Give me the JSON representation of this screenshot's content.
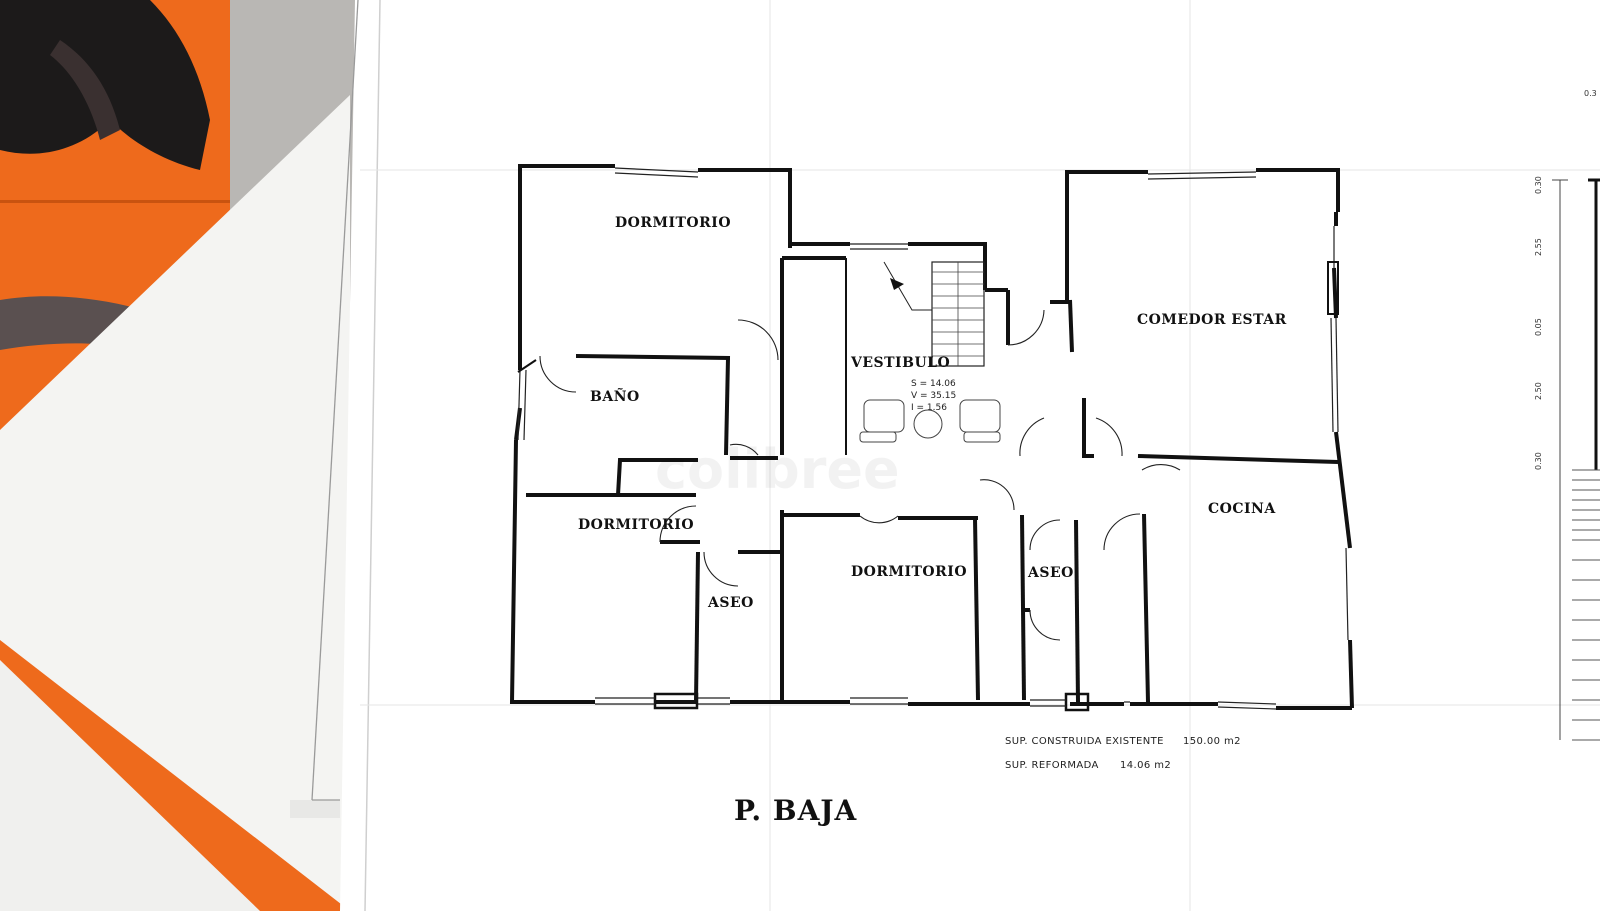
{
  "plan": {
    "title": "P. BAJA",
    "rooms": {
      "dormitorio_top": "DORMITORIO",
      "bano": "BAÑO",
      "vestibulo": "VESTIBULO",
      "comedor_estar": "COMEDOR ESTAR",
      "dormitorio_left": "DORMITORIO",
      "aseo_left": "ASEO",
      "dormitorio_mid": "DORMITORIO",
      "aseo_right": "ASEO",
      "cocina": "COCINA"
    },
    "vestibulo_stats": {
      "s": "S = 14.06",
      "v": "V = 35.15",
      "i": "I = 1.56"
    },
    "notes": {
      "sup_construida": "SUP. CONSTRUIDA EXISTENTE",
      "sup_construida_value": "150.00 m2",
      "sup_reformada": "SUP. REFORMADA",
      "sup_reformada_value": "14.06 m2"
    },
    "dimensions": [
      "0.30",
      "2.55",
      "0.05",
      "2.50",
      "0.30"
    ],
    "corner_mark": "0.3",
    "watermark": "colibree"
  },
  "colors": {
    "orange": "#ee6a1c",
    "paper": "#ffffff",
    "ink": "#111111"
  }
}
